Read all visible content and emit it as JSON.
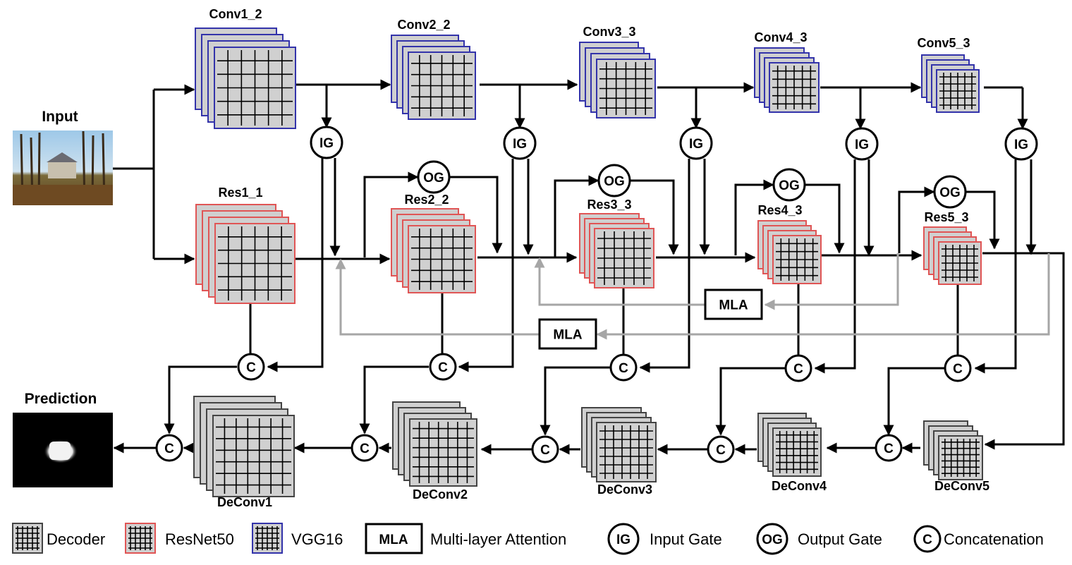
{
  "labels": {
    "input": "Input",
    "prediction": "Prediction",
    "conv1": "Conv1_2",
    "conv2": "Conv2_2",
    "conv3": "Conv3_3",
    "conv4": "Conv4_3",
    "conv5": "Conv5_3",
    "res1": "Res1_1",
    "res2": "Res2_2",
    "res3": "Res3_3",
    "res4": "Res4_3",
    "res5": "Res5_3",
    "deconv1": "DeConv1",
    "deconv2": "DeConv2",
    "deconv3": "DeConv3",
    "deconv4": "DeConv4",
    "deconv5": "DeConv5"
  },
  "nodes": {
    "ig": "IG",
    "og": "OG",
    "c": "C",
    "mla": "MLA"
  },
  "legend": {
    "decoder": "Decoder",
    "resnet": "ResNet50",
    "vgg": "VGG16",
    "mla_box": "MLA",
    "mla": "Multi-layer Attention",
    "ig_sym": "IG",
    "ig": "Input Gate",
    "og_sym": "OG",
    "og": "Output Gate",
    "c_sym": "C",
    "c": "Concatenation"
  },
  "colors": {
    "vgg_border": "#3333aa",
    "resnet_border": "#e05555",
    "block_fill": "#d0d0d0",
    "mla_arrow": "#a6a6a6"
  }
}
